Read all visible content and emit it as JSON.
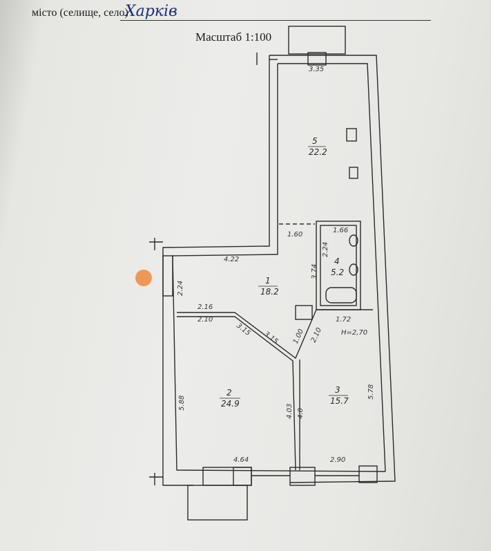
{
  "header": {
    "city_label": "місто (селище, село)",
    "city_value": "Харків",
    "scale": "Масштаб 1:100"
  },
  "plan": {
    "rooms": [
      {
        "number": "5",
        "area": "22.2"
      },
      {
        "number": "1",
        "area": "18.2"
      },
      {
        "number": "4",
        "area": "5.2"
      },
      {
        "number": "2",
        "area": "24.9"
      },
      {
        "number": "3",
        "area": "15.7"
      }
    ],
    "dimensions": {
      "top": "3.35",
      "corridor_top": "1.60",
      "bath_top": "1.66",
      "hall_top": "4.22",
      "hall_height": "3.74",
      "bath_side": "2.24",
      "left_wall_upper": "2.24",
      "wall_2_top_a": "2.16",
      "wall_2_top_b": "2.10",
      "diag_a": "3.15",
      "diag_b": "3.15",
      "diag_c": "1.00",
      "diag_d": "2.10",
      "room3_top": "1.72",
      "right_wall": "5.78",
      "left_wall": "5.88",
      "partition_a": "4.03",
      "partition_b": "4.0",
      "bottom_left": "4.64",
      "bottom_right": "2.90"
    },
    "height": "H=2,70"
  },
  "colors": {
    "ink": "#2a2a2a",
    "pen": "#1b2f7a",
    "marker": "#f08a3c"
  }
}
